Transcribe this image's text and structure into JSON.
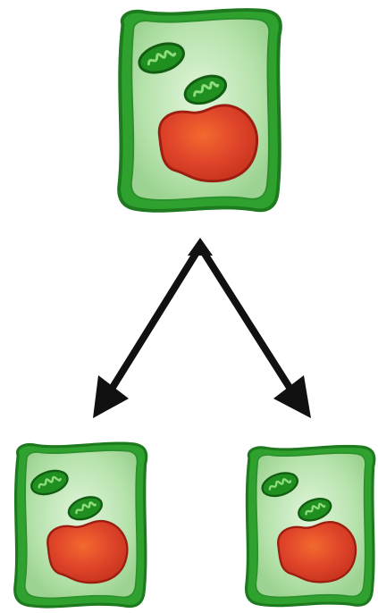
{
  "diagram": {
    "nodes": [
      {
        "id": "parent-cell",
        "label": "",
        "kind": "plant-cell"
      },
      {
        "id": "daughter-cell-left",
        "label": "",
        "kind": "plant-cell"
      },
      {
        "id": "daughter-cell-right",
        "label": "",
        "kind": "plant-cell"
      }
    ],
    "edges": [
      {
        "from": "parent-cell",
        "to": "daughter-cell-left"
      },
      {
        "from": "parent-cell",
        "to": "daughter-cell-right"
      }
    ]
  },
  "colors": {
    "cell_wall": "#2fa12f",
    "cell_wall_dark": "#1e7a1e",
    "cytoplasm": "#a8dca0",
    "cytoplasm_light": "#d4f0cc",
    "chloroplast": "#1f8f1f",
    "chloroplast_inner": "#8fdc7f",
    "nucleus": "#e0452a",
    "nucleus_dark": "#9c1e10",
    "arrow": "#111111"
  }
}
